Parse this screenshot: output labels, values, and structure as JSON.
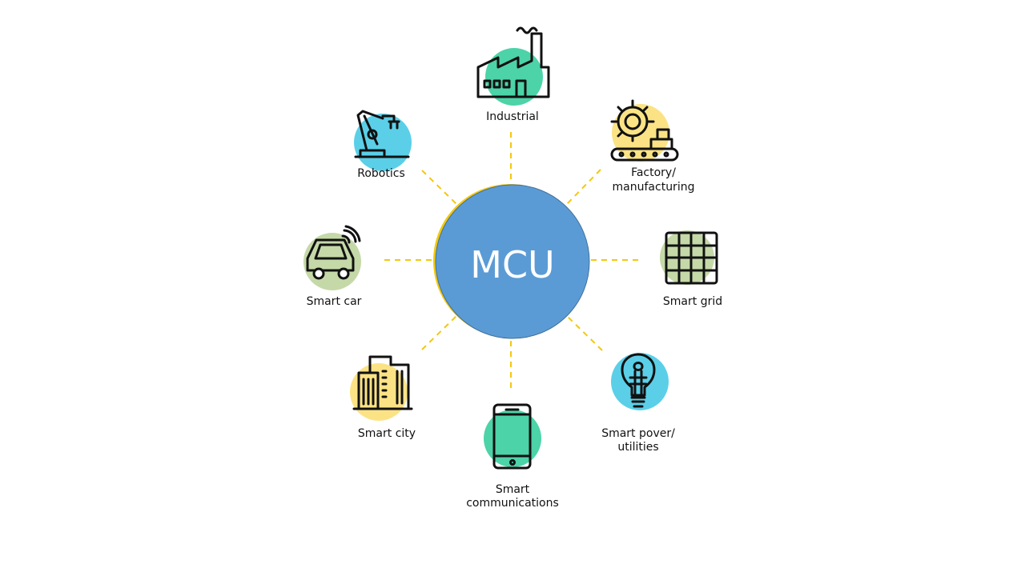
{
  "center": {
    "label": "MCU",
    "color": "#5B9BD5",
    "shadow_color": "#F2C80F"
  },
  "nodes": {
    "industrial": {
      "label": "Industrial",
      "icon": "factory-icon",
      "color": "#4CD3A8"
    },
    "factory": {
      "line1": "Factory/",
      "line2": "manufacturing",
      "icon": "gear-conveyor-icon",
      "color": "#FBE385"
    },
    "smart_grid": {
      "label": "Smart grid",
      "icon": "grid-icon",
      "color": "#C5D9A8"
    },
    "smart_power": {
      "line1": "Smart pover/",
      "line2": "utilities",
      "icon": "lightbulb-icon",
      "color": "#5BCFE8"
    },
    "smart_comms": {
      "line1": "Smart",
      "line2": "communications",
      "icon": "smartphone-icon",
      "color": "#4CD3A8"
    },
    "smart_city": {
      "label": "Smart city",
      "icon": "buildings-icon",
      "color": "#FBE385"
    },
    "smart_car": {
      "label": "Smart car",
      "icon": "connected-car-icon",
      "color": "#C5D9A8"
    },
    "robotics": {
      "label": "Robotics",
      "icon": "robot-arm-icon",
      "color": "#5BCFE8"
    }
  }
}
